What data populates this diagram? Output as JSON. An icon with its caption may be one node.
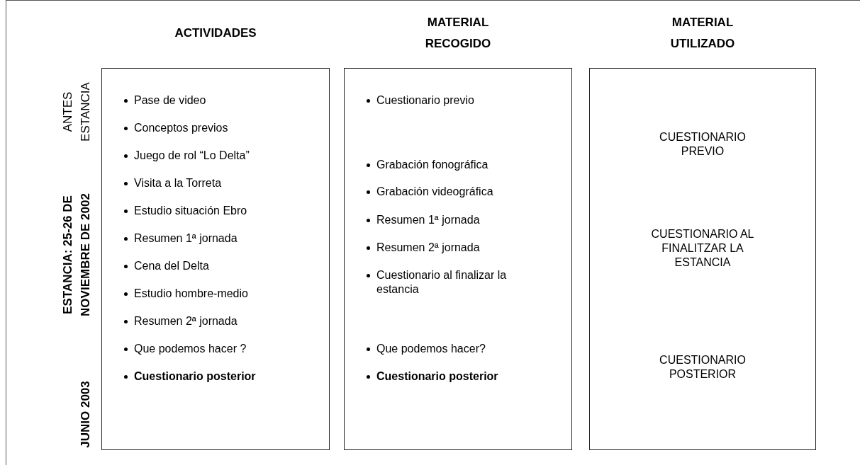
{
  "diagram": {
    "nodes": [
      {
        "text": [
          "ACTIVIDADES",
          "Pase de video",
          "Conceptos previos",
          "Juego de rol “Lo Delta”",
          "Visita a la Torreta",
          "Estudio situación Ebro",
          "Resumen 1ª jornada",
          "Cena del Delta",
          "Estudio hombre-medio",
          "Resumen 2ª jornada",
          "Que podemos hacer ?",
          "Cuestionario posterior"
        ]
      },
      {
        "text": [
          "MATERIAL RECOGIDO",
          "Cuestionario previo",
          "Grabación fonográfica",
          "Grabación videográfica",
          "Resumen 1ª jornada",
          "Resumen 2ª jornada",
          "Cuestionario al finalizar la estancia",
          "Que podemos hacer?",
          "Cuestionario posterior"
        ]
      },
      {
        "text": [
          "MATERIAL UTILIZADO",
          "CUESTIONARIO PREVIO",
          "CUESTIONARIO AL FINALITZAR LA ESTANCIA",
          "CUESTIONARIO POSTERIOR"
        ]
      }
    ],
    "labels": [
      "ANTES ESTANCIA",
      "ESTANCIA: 25-26 DE NOVIEMBRE DE 2002",
      "JUNIO 2003"
    ]
  }
}
